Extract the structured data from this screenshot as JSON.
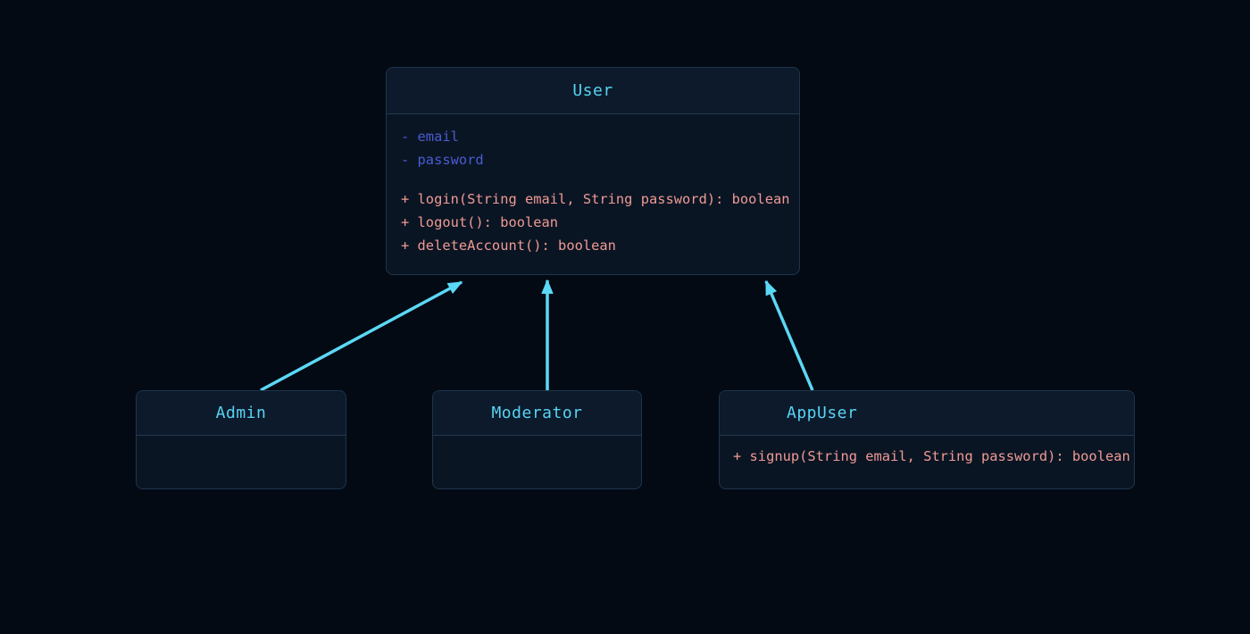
{
  "diagram": {
    "type": "uml-class-diagram",
    "classes": [
      {
        "name": "User",
        "attributes": [
          "- email",
          "- password"
        ],
        "methods": [
          "+ login(String email, String password): boolean",
          "+ logout(): boolean",
          "+ deleteAccount(): boolean"
        ]
      },
      {
        "name": "Admin",
        "attributes": [],
        "methods": []
      },
      {
        "name": "Moderator",
        "attributes": [],
        "methods": []
      },
      {
        "name": "AppUser",
        "attributes": [],
        "methods": [
          "+ signup(String email, String password): boolean"
        ]
      }
    ],
    "relations": [
      {
        "from": "Admin",
        "to": "User",
        "type": "inheritance"
      },
      {
        "from": "Moderator",
        "to": "User",
        "type": "inheritance"
      },
      {
        "from": "AppUser",
        "to": "User",
        "type": "inheritance"
      }
    ]
  },
  "colors": {
    "background": "#030a13",
    "box_fill": "#0a1524",
    "box_header_fill": "#0c1a2b",
    "box_border": "#1e344d",
    "divider": "#22384f",
    "class_name": "#57d4f2",
    "attribute_text": "#4a5cd0",
    "method_text": "#ef9a93",
    "arrow": "#5bd8f5"
  }
}
